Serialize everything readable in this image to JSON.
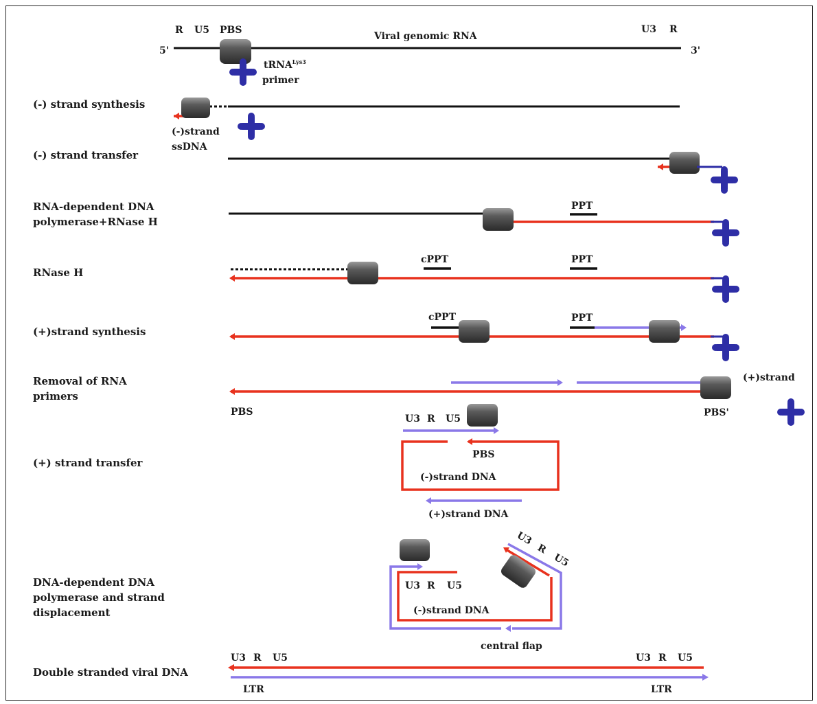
{
  "steps": [
    "(-) strand synthesis",
    "(-) strand transfer",
    "RNA-dependent DNA",
    "polymerase+RNase H",
    "RNase H",
    "(+)strand synthesis",
    "Removal of RNA",
    "primers",
    "(+) strand transfer",
    "DNA-dependent DNA",
    "polymerase and strand",
    "displacement",
    "Double stranded viral DNA"
  ],
  "labels": {
    "R": "R",
    "U5": "U5",
    "PBS": "PBS",
    "U3": "U3",
    "viral_rna": "Viral genomic RNA",
    "five_prime": "5'",
    "three_prime": "3'",
    "trna": "tRNA",
    "trna_sup": "Lys3",
    "primer": "primer",
    "minus_strand": "(-)strand",
    "ssdna": "ssDNA",
    "ppt": "PPT",
    "cppt": "cPPT",
    "plus_strand": "(+)strand",
    "pbs_prime": "PBS'",
    "minus_strand_dna": "(-)strand DNA",
    "plus_strand_dna": "(+)strand DNA",
    "central_flap": "central flap",
    "ltr": "LTR"
  },
  "colors": {
    "rna": "#111111",
    "minus_dna": "#e8321e",
    "plus_dna": "#8a78e8",
    "trna": "#2e2ea6",
    "enzyme": "#4a4a4a"
  }
}
